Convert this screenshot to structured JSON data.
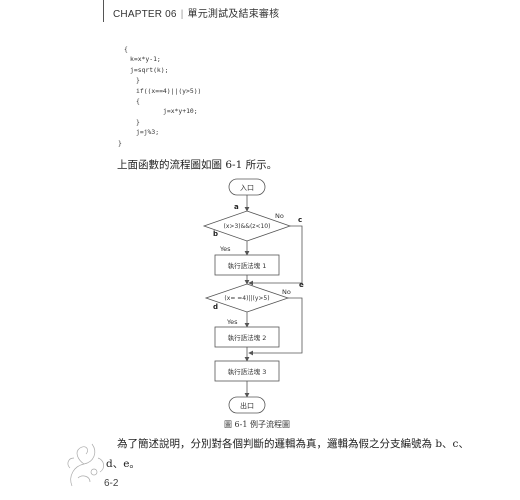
{
  "header": {
    "chapter": "CHAPTER 06",
    "title": "單元測試及結束審核"
  },
  "code": [
    "{",
    "k=x*y-1;",
    "j=sqrt(k);",
    "}",
    "if((x==4)||(y>5))",
    "{",
    "j=x*y+10;",
    "}",
    "j=j%3;",
    "}"
  ],
  "intro": "上面函數的流程圖如圖 6-1 所示。",
  "flowchart": {
    "start": "入口",
    "end": "出口",
    "cond1": "(x>3)&&(z<10)",
    "cond2": "(x= =4)||(y>5)",
    "block1": "執行語法塊 1",
    "block2": "執行語法塊 2",
    "block3": "執行語法塊 3",
    "yes": "Yes",
    "no": "No",
    "labels": {
      "a": "a",
      "b": "b",
      "c": "c",
      "d": "d",
      "e": "e"
    }
  },
  "caption": "圖 6-1  例子流程圖",
  "explain1": "為了簡述說明，分別對各個判斷的邏輯為真，邏輯為假之分支編號為 b、c、",
  "explain2": "d、e。",
  "page_number": "6-2"
}
